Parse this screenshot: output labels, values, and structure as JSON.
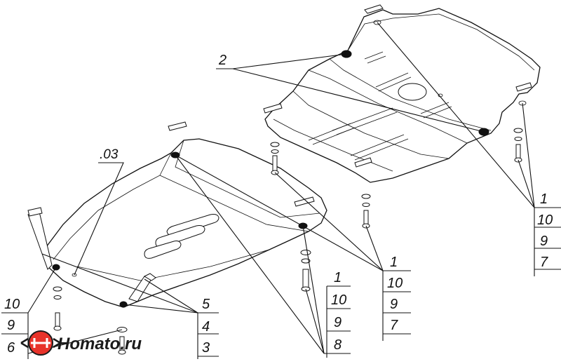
{
  "labels": {
    "top_bracket": "2",
    "code": ".03",
    "right_stack": [
      "1",
      "10",
      "9",
      "7"
    ],
    "middle_stack": [
      "1",
      "10",
      "9",
      "7"
    ],
    "lower_stack": [
      "1",
      "10",
      "9",
      "8"
    ],
    "stack_5_4_3": [
      "5",
      "4",
      "3"
    ],
    "left_stack": [
      "10",
      "9",
      "6"
    ]
  },
  "watermark": {
    "text": "Homato.ru"
  },
  "colors": {
    "line": "#111111",
    "logo_red": "#e8332a",
    "logo_dark": "#1a1a1a"
  }
}
